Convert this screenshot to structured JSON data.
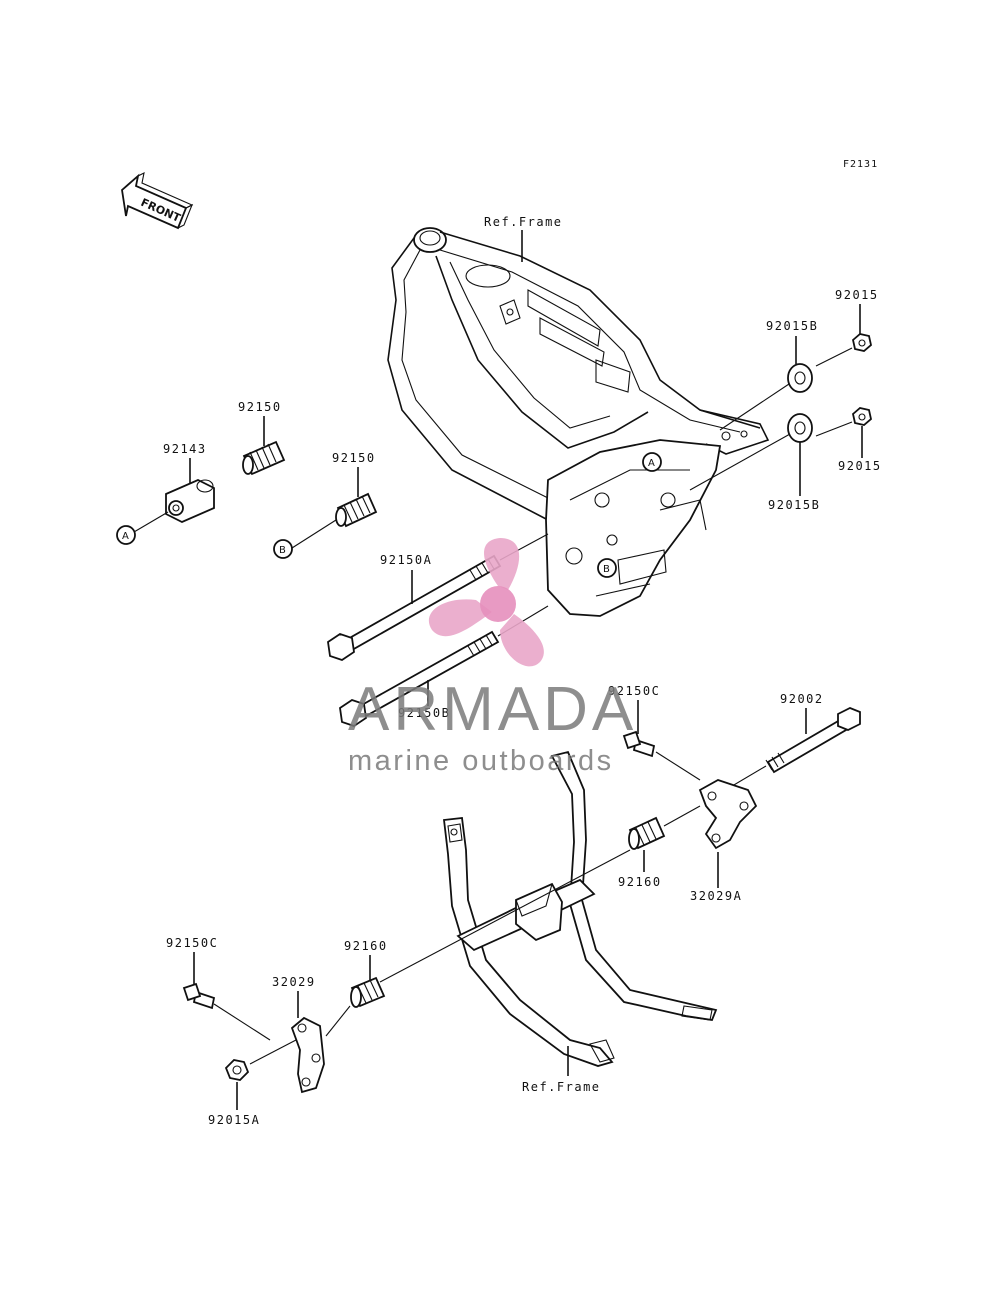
{
  "figure_code": "F2131",
  "front_indicator": "FRONT",
  "reference_labels": {
    "frame_top": "Ref.Frame",
    "frame_bottom": "Ref.Frame"
  },
  "callouts": {
    "a": "A",
    "b": "B"
  },
  "parts": {
    "p92015_top": "92015",
    "p92015b_top": "92015B",
    "p92015_mid": "92015",
    "p92015b_mid": "92015B",
    "p92150_a": "92150",
    "p92150_b": "92150",
    "p92143": "92143",
    "p92150a": "92150A",
    "p92150b": "92150B",
    "p92150c_right": "92150C",
    "p92002": "92002",
    "p92160_right": "92160",
    "p32029a": "32029A",
    "p92150c_left": "92150C",
    "p32029": "32029",
    "p92160_left": "92160",
    "p92015a": "92015A"
  },
  "watermark": {
    "title": "ARMADA",
    "subtitle": "marine outboards",
    "logo_colors": {
      "propeller": "#e9a6c9",
      "hub": "#e58fbd"
    }
  }
}
